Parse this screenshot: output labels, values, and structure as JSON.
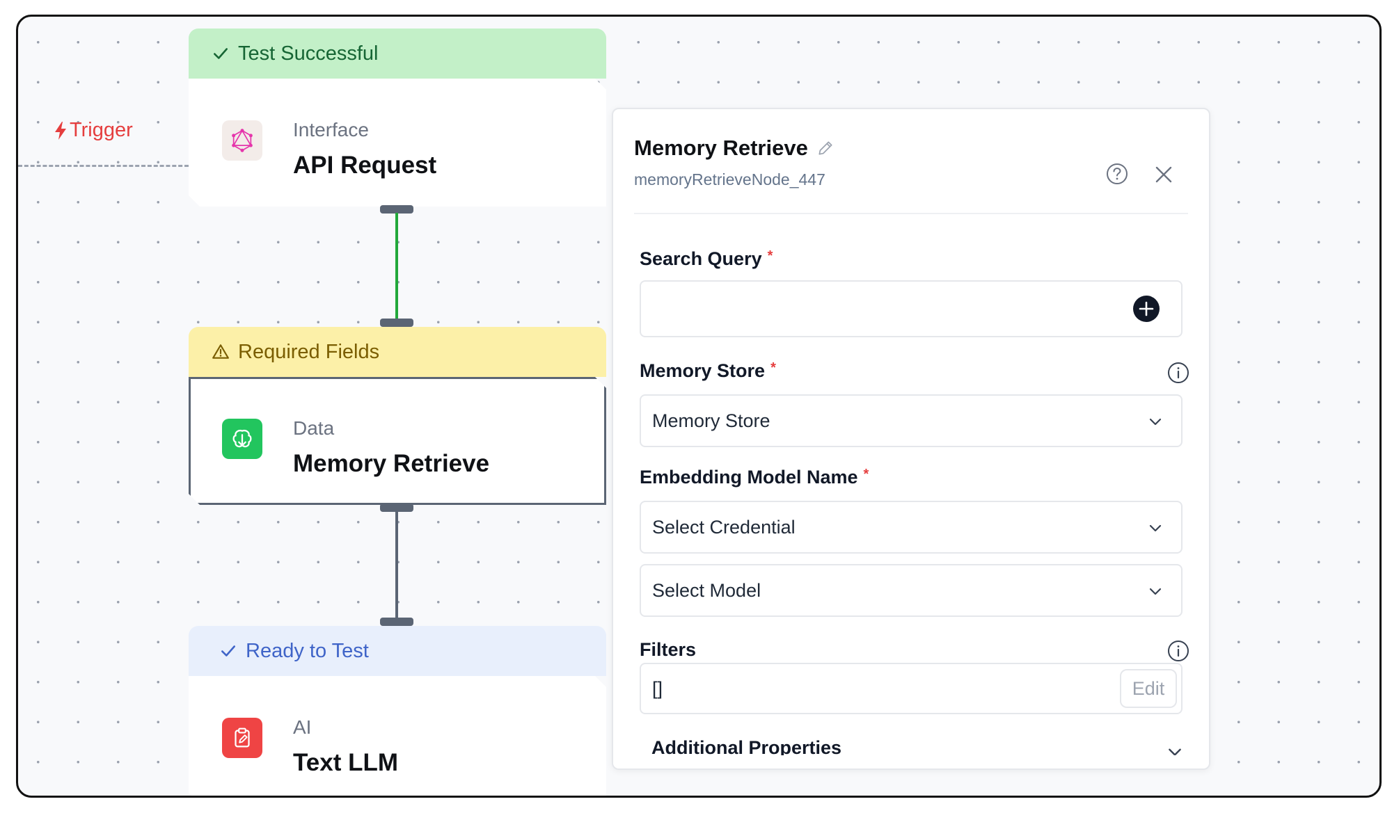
{
  "canvas": {
    "trigger_label": "Trigger",
    "nodes": [
      {
        "status": "Test Successful",
        "status_icon": "check-icon",
        "category": "Interface",
        "title": "API Request",
        "icon": "graphql-icon"
      },
      {
        "status": "Required Fields",
        "status_icon": "warning-icon",
        "category": "Data",
        "title": "Memory Retrieve",
        "icon": "brain-icon"
      },
      {
        "status": "Ready to Test",
        "status_icon": "check-icon",
        "category": "AI",
        "title": "Text LLM",
        "icon": "clipboard-edit-icon"
      }
    ]
  },
  "panel": {
    "title": "Memory Retrieve",
    "node_id": "memoryRetrieveNode_447",
    "fields": {
      "search_query": {
        "label": "Search Query",
        "required": "*",
        "value": ""
      },
      "memory_store": {
        "label": "Memory Store",
        "required": "*",
        "value": "Memory Store"
      },
      "embedding_model": {
        "label": "Embedding Model Name",
        "required": "*",
        "credential_value": "Select Credential",
        "model_value": "Select Model"
      },
      "filters": {
        "label": "Filters",
        "value": "[]",
        "edit_label": "Edit"
      }
    },
    "additional_properties": "Additional Properties"
  },
  "colors": {
    "success_bg": "#c3f0c8",
    "warning_bg": "#fcf0a8",
    "ready_bg": "#e8effc",
    "trigger": "#e53e3e",
    "connector_success": "#22a83a",
    "connector_default": "#5b6574"
  }
}
